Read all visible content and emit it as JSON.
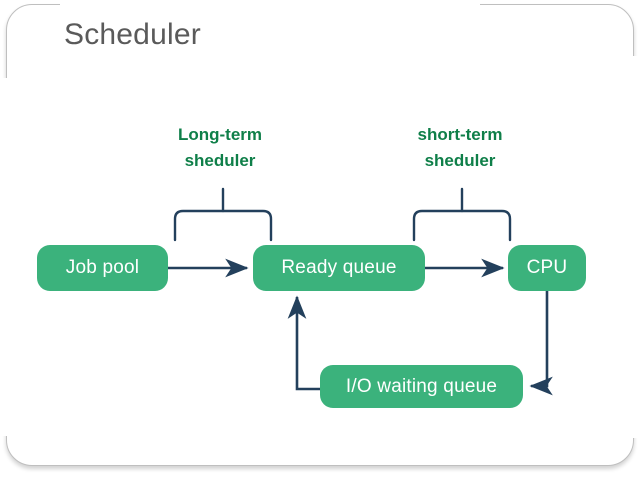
{
  "slide": {
    "title": "Scheduler",
    "title_color": "#5a5a5a",
    "background": "#ffffff",
    "border_color": "#bfbfbf"
  },
  "theme": {
    "node_fill": "#3bb27c",
    "node_text": "#ffffff",
    "connector_color": "#23405c",
    "label_color": "#0f7f49"
  },
  "diagram": {
    "nodes": [
      {
        "id": "job-pool",
        "label": "Job pool"
      },
      {
        "id": "ready-queue",
        "label": "Ready queue"
      },
      {
        "id": "cpu",
        "label": "CPU"
      },
      {
        "id": "io-waiting-queue",
        "label": "I/O waiting queue"
      }
    ],
    "annotations": [
      {
        "id": "long-term-scheduler",
        "line1": "Long-term",
        "line2": "sheduler"
      },
      {
        "id": "short-term-scheduler",
        "line1": "short-term",
        "line2": "sheduler"
      }
    ],
    "connectors": [
      {
        "id": "job-pool-to-ready-queue",
        "from": "job-pool",
        "to": "ready-queue",
        "arrow": "right"
      },
      {
        "id": "ready-queue-to-cpu",
        "from": "ready-queue",
        "to": "cpu",
        "arrow": "right"
      },
      {
        "id": "cpu-to-io-waiting-queue",
        "from": "cpu",
        "to": "io-waiting-queue",
        "arrow": "left"
      },
      {
        "id": "io-waiting-queue-to-ready-queue",
        "from": "io-waiting-queue",
        "to": "ready-queue",
        "arrow": "up"
      }
    ],
    "braces": [
      {
        "id": "long-term-brace",
        "spans": "job-pool-to-ready-queue"
      },
      {
        "id": "short-term-brace",
        "spans": "ready-queue-to-cpu"
      }
    ]
  }
}
